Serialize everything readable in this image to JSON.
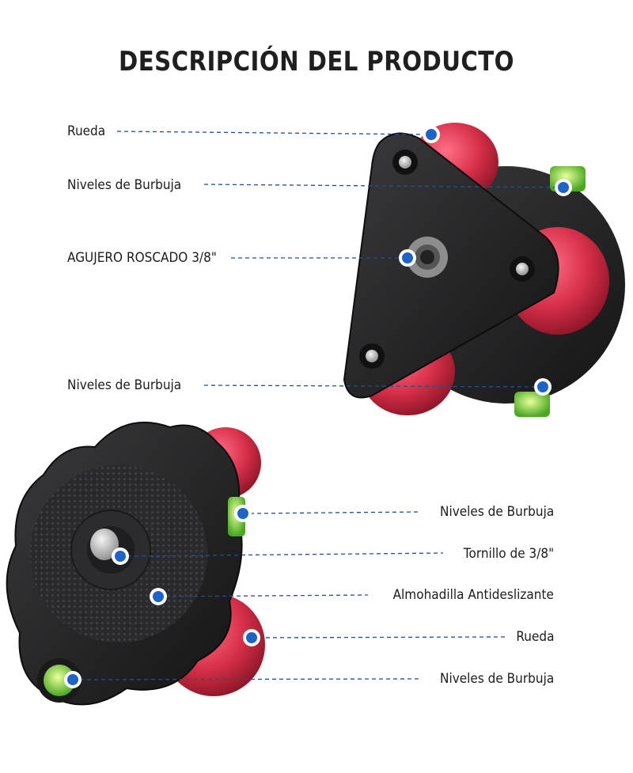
{
  "title": "DESCRIPCIÓN DEL PRODUCTO",
  "labels_top": [
    "Rueda",
    "Niveles de Burbuja",
    "AGUJERO ROSCADO 3/8\"",
    "Niveles de Burbuja"
  ],
  "labels_bottom": [
    "Niveles de Burbuja",
    "Tornillo de 3/8\"",
    "Almohadilla Antideslizante",
    "Rueda",
    "Niveles de Burbuja"
  ],
  "colors": {
    "accent_blue": "#1e63c8",
    "wheel_red": "#c8243c",
    "body_black": "#222222",
    "bubble_green": "#7fd13b"
  }
}
